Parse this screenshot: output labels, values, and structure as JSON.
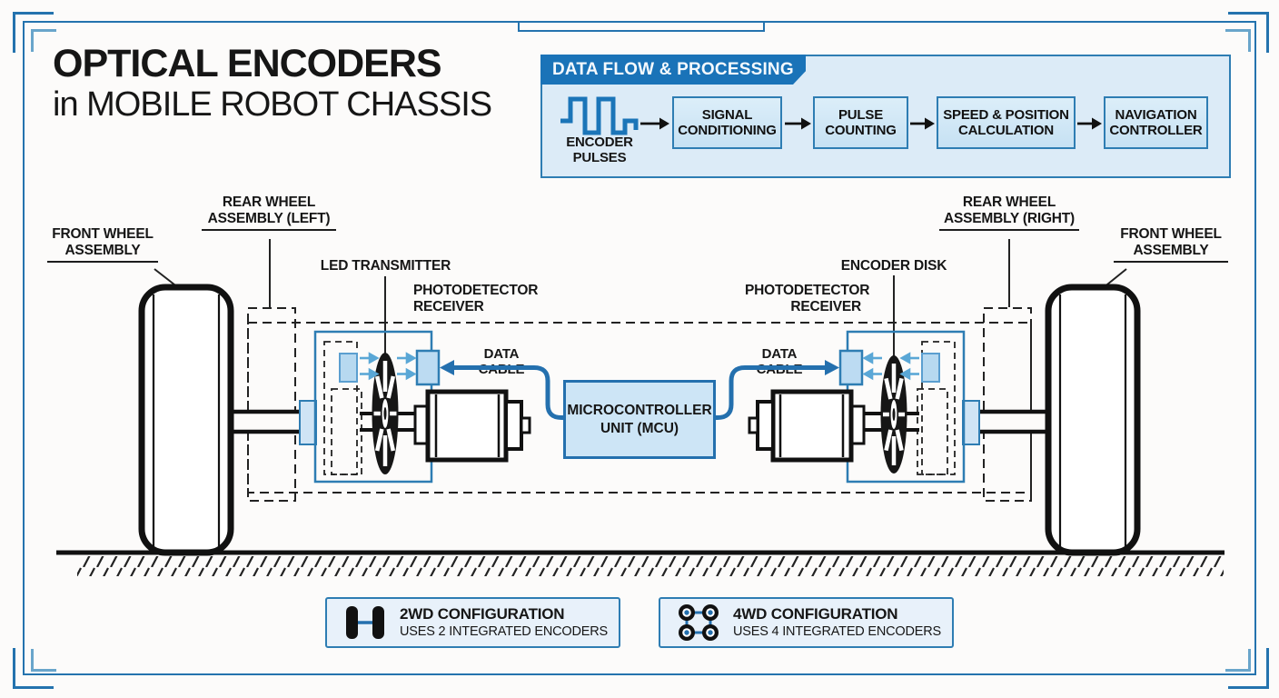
{
  "title": {
    "line1": "OPTICAL ENCODERS",
    "line2": "in MOBILE ROBOT CHASSIS"
  },
  "dataflow": {
    "header": "DATA FLOW & PROCESSING",
    "source": "ENCODER PULSES",
    "steps": [
      "SIGNAL CONDITIONING",
      "PULSE COUNTING",
      "SPEED & POSITION CALCULATION",
      "NAVIGATION CONTROLLER"
    ]
  },
  "diagram": {
    "labels": {
      "front_wheel_left": "FRONT WHEEL ASSEMBLY",
      "rear_wheel_left": "REAR WHEEL ASSEMBLY (LEFT)",
      "led_transmitter": "LED TRANSMITTER",
      "photodetector_left": "PHOTODETECTOR RECEIVER",
      "data_cable_left": "DATA CABLE",
      "mcu": "MICROCONTROLLER UNIT (MCU)",
      "data_cable_right": "DATA CABLE",
      "photodetector_right": "PHOTODETECTOR RECEIVER",
      "encoder_disk": "ENCODER DISK",
      "rear_wheel_right": "REAR WHEEL ASSEMBLY (RIGHT)",
      "front_wheel_right": "FRONT WHEEL ASSEMBLY"
    }
  },
  "legend": {
    "twd": {
      "title": "2WD CONFIGURATION",
      "subtitle": "USES 2 INTEGRATED ENCODERS"
    },
    "fwd": {
      "title": "4WD CONFIGURATION",
      "subtitle": "USES 4 INTEGRATED ENCODERS"
    }
  },
  "icons": {
    "encoder_pulses": "square-wave-icon",
    "flow_arrow": "arrow-right-icon",
    "twd_icon": "two-wheel-axle-icon",
    "fwd_icon": "four-wheel-axles-icon"
  },
  "colors": {
    "accent": "#2473ae",
    "accent_dark": "#1a73b8",
    "panel_bg": "#dcebf7",
    "box_fill": "#cde5f6",
    "beam_blue": "#5aa7d6",
    "ink": "#161616"
  }
}
